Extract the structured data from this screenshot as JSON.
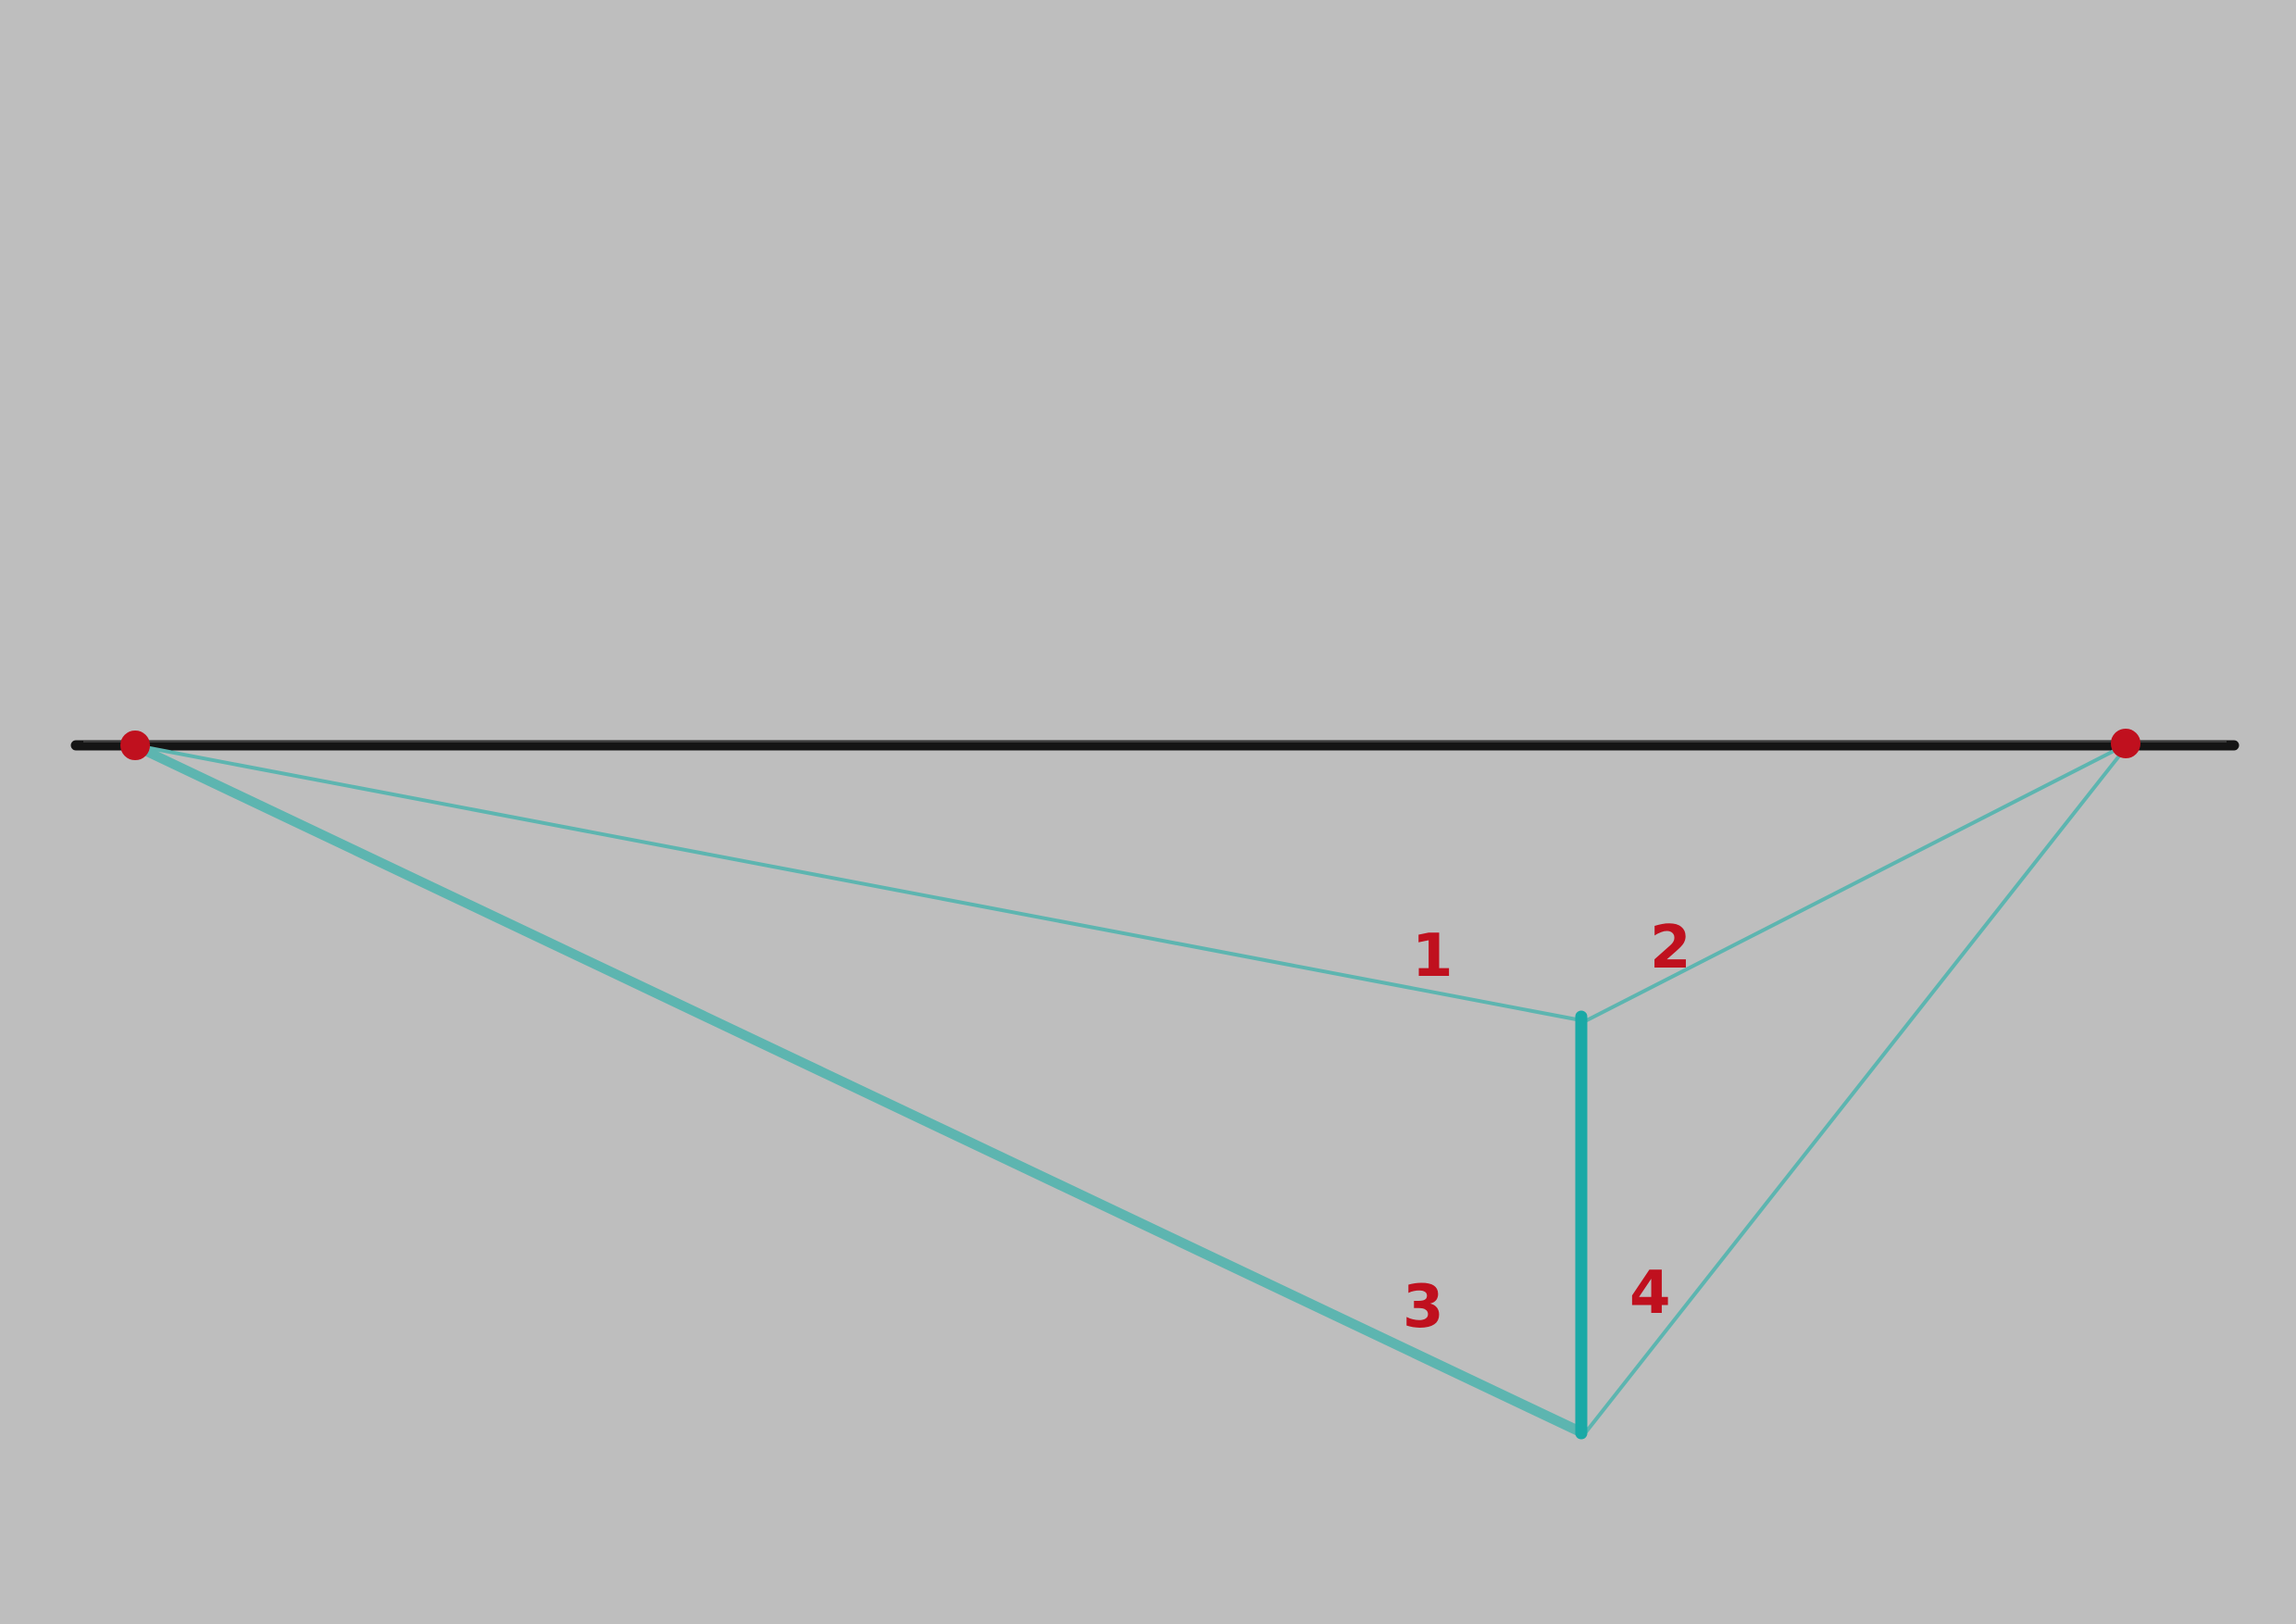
{
  "colors": {
    "background": "#bebebe",
    "horizon": "#151515",
    "guide": "#5db5b0",
    "edge": "#1aa9a6",
    "marker": "#c0101e"
  },
  "labels": {
    "line1": "1",
    "line2": "2",
    "line3": "3",
    "line4": "4"
  }
}
